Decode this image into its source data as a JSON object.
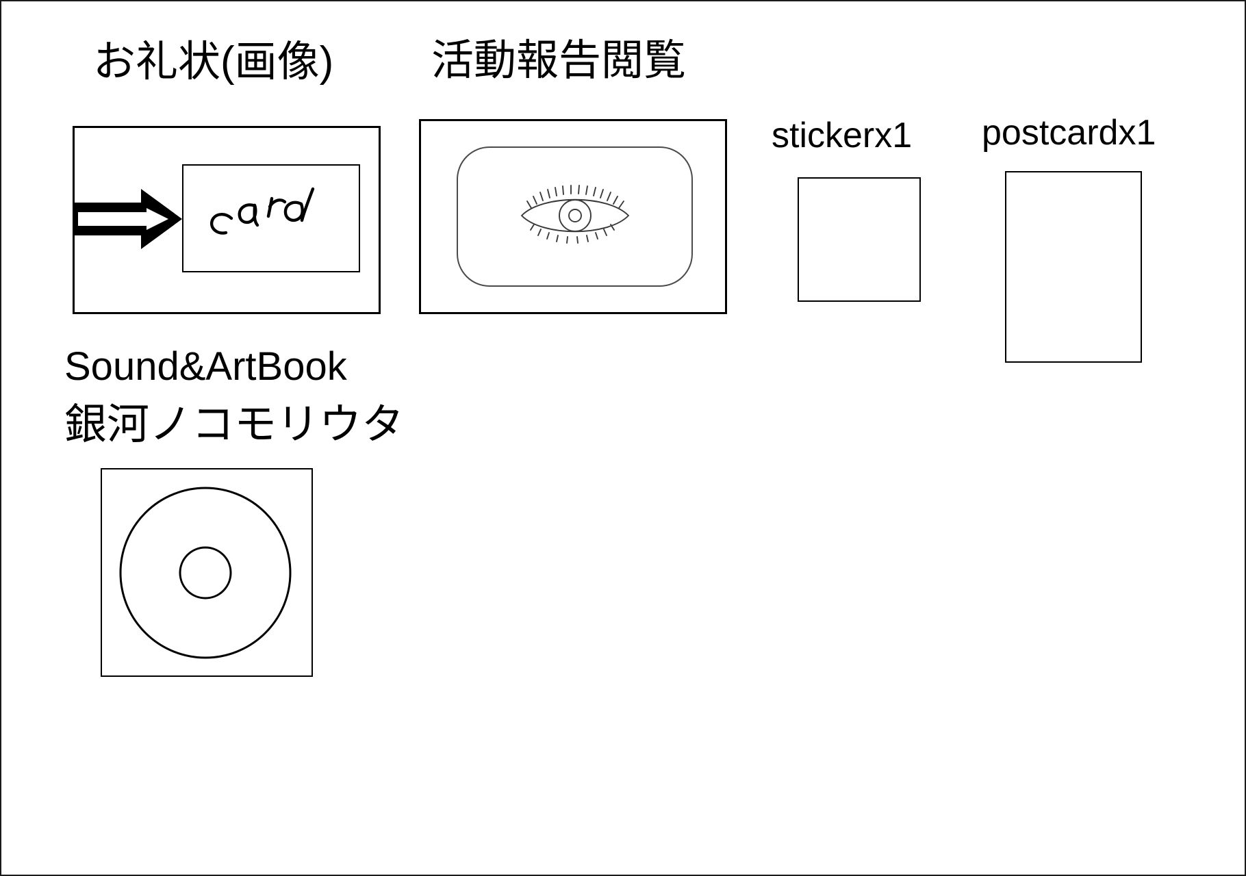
{
  "page": {
    "background_color": "#ffffff",
    "line_color": "#000000",
    "border": "outer-rectangle"
  },
  "sections": {
    "thank_you_letter": {
      "title": "お礼状(画像)",
      "icons": {
        "arrow": "right-arrow-icon",
        "card": "card-rectangle-icon"
      },
      "handwriting": "card"
    },
    "activity_report": {
      "title": "活動報告閲覧",
      "icons": {
        "screen": "rounded-screen-icon",
        "eye": "eye-icon"
      }
    },
    "sticker": {
      "title": "stickerx1",
      "icon": "square-sticker-icon"
    },
    "postcard": {
      "title": "postcardx1",
      "icon": "portrait-card-icon"
    },
    "sound_art_book": {
      "title": "Sound&ArtBook",
      "subtitle": "銀河ノコモリウタ",
      "icon": "compact-disc-icon"
    }
  }
}
